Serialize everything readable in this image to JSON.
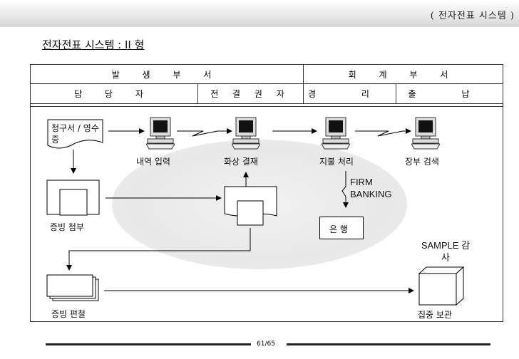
{
  "header": {
    "system_label": "( 전자전표 시스템 )"
  },
  "title": "전자전표 시스템 : II 형",
  "table_header": {
    "dept_left": "발 생 부 서",
    "dept_right": "회 계 부 서",
    "col_manager": "담 당 자",
    "col_approver": "전 결 권 자",
    "col_accounting": "경 리",
    "col_payment": "출 납"
  },
  "nodes": {
    "invoice": "청구서 / 영수증",
    "entry": "내역 입력",
    "screen_approval": "화상 결재",
    "payment_processing": "지불 처리",
    "ledger_search": "장부 검색",
    "firm_banking": "FIRM BANKING",
    "bank": "은 행",
    "evidence_attach": "증빙 첨부",
    "evidence_binding": "증빙 편철",
    "sample_audit": "SAMPLE 감사",
    "central_storage": "집중 보관"
  },
  "footer": {
    "page": "61/65"
  }
}
